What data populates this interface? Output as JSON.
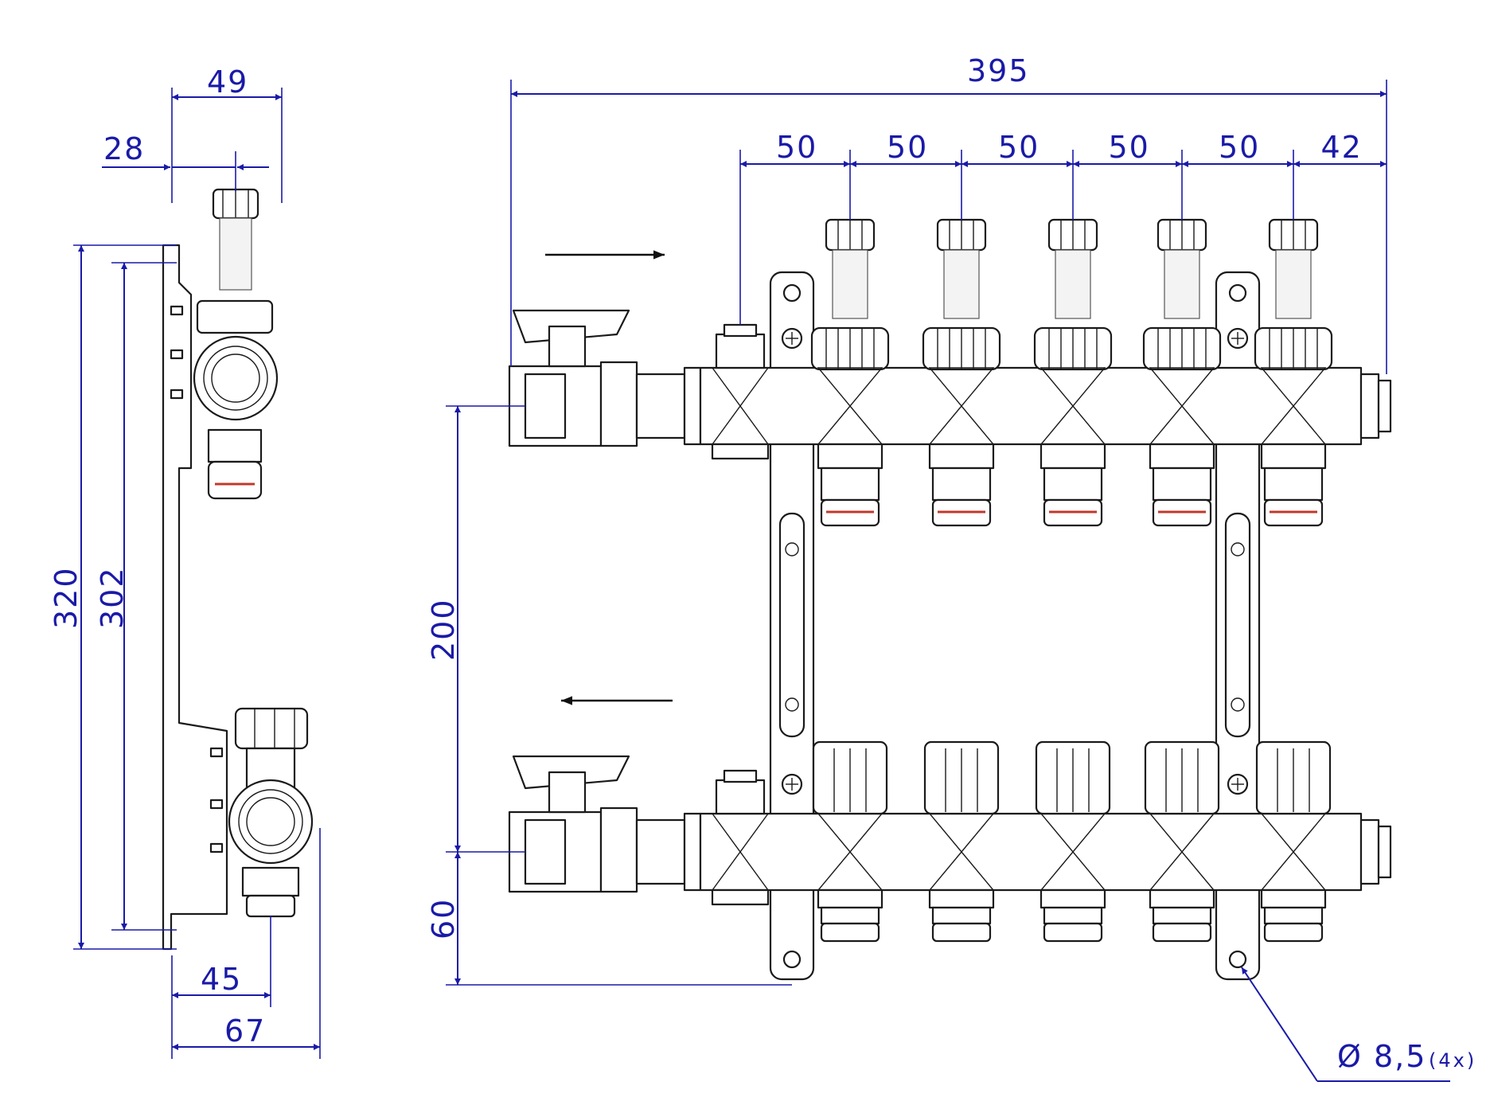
{
  "dimensions": {
    "side_top_width": "49",
    "side_offset": "28",
    "side_height_total": "320",
    "side_height_inner": "302",
    "side_bottom_offset": "45",
    "side_bottom_width": "67",
    "front_total_width": "395",
    "spacings": [
      "50",
      "50",
      "50",
      "50",
      "50",
      "42"
    ],
    "pipe_distance": "200",
    "bottom_offset": "60",
    "hole_label": "Ø 8,5",
    "hole_count": "(4x)"
  },
  "colors": {
    "dimension": "#1a1aa8",
    "part": "#1a1a1a",
    "highlight": "#c0392b"
  }
}
